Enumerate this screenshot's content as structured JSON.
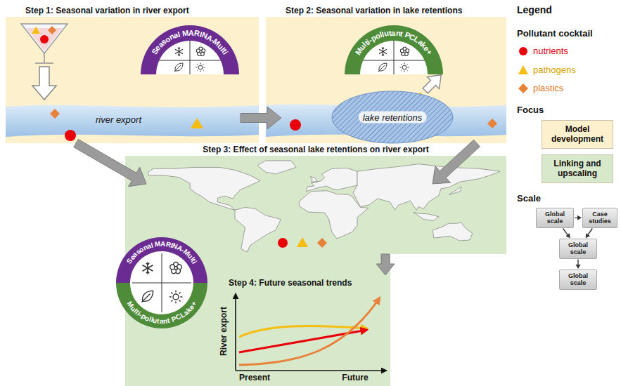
{
  "diagram": {
    "nodes": [
      {
        "text": [
          "Step 1: Seasonal variation in river export"
        ]
      },
      {
        "text": [
          "Seasonal MARINA-Multi"
        ],
        "in": 0
      },
      {
        "text": [
          "river export"
        ],
        "in": 0
      },
      {
        "text": [
          "Step 2: Seasonal variation in lake retentions"
        ]
      },
      {
        "text": [
          "Multi-pollutant PCLake+"
        ],
        "in": 3
      },
      {
        "text": [
          "lake retentions"
        ],
        "in": 3
      },
      {
        "text": [
          "Step 3: Effect of seasonal lake retentions on river export"
        ]
      },
      {
        "text": [
          "Seasonal MARINA-Multi",
          "Multi-pollutant PCLake+"
        ]
      },
      {
        "text": [
          "Step 4: Future seasonal trends"
        ]
      },
      {
        "text": [
          "Global scale"
        ]
      },
      {
        "text": [
          "Case studies"
        ]
      },
      {
        "text": [
          "Global scale"
        ]
      },
      {
        "text": [
          "Global scale"
        ]
      }
    ],
    "edges": [
      {
        "from": 0,
        "to": 3,
        "arrow": "to"
      },
      {
        "from": 0,
        "to": 6,
        "arrow": "to"
      },
      {
        "from": 3,
        "to": 6,
        "arrow": "to"
      },
      {
        "from": 6,
        "to": 8,
        "arrow": "to"
      },
      {
        "from": 9,
        "to": 10,
        "arrow": "to"
      },
      {
        "from": 9,
        "to": 11,
        "arrow": "to"
      },
      {
        "from": 10,
        "to": 11,
        "arrow": "to"
      },
      {
        "from": 11,
        "to": 12,
        "arrow": "to"
      }
    ],
    "labels": [
      "Legend",
      "Pollutant cocktail",
      "Focus",
      "Scale",
      "River export",
      "Present",
      "Future"
    ],
    "legend": [
      {
        "text": "nutrients"
      },
      {
        "text": "pathogens"
      },
      {
        "text": "plastics"
      },
      {
        "text": "Model development",
        "color": "#fdf0cd"
      },
      {
        "text": "Linking and upscaling",
        "color": "#d8e8cb"
      }
    ]
  }
}
